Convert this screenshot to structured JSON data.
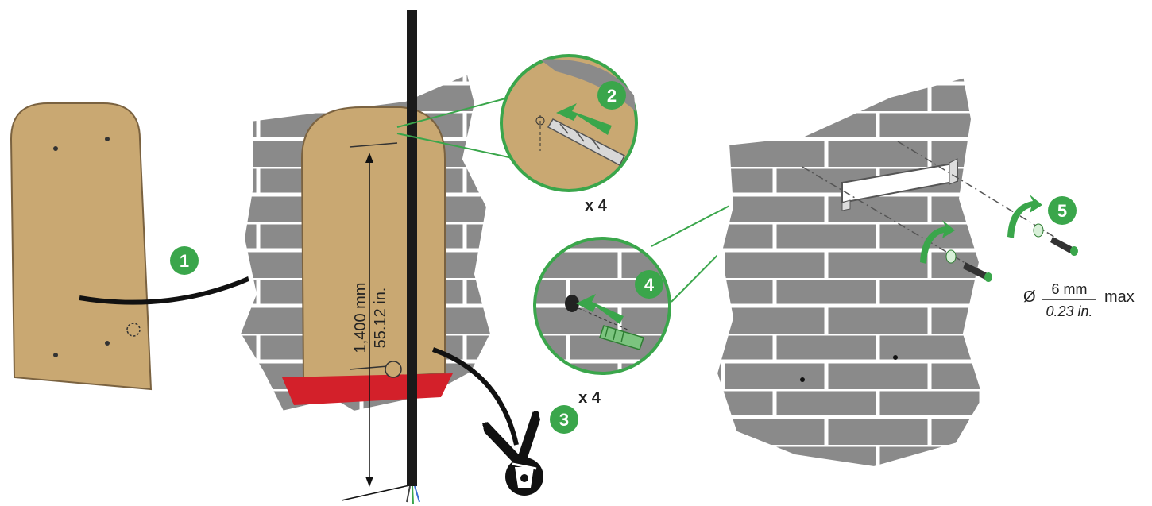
{
  "colors": {
    "wall": "#8a8a8a",
    "wall_dark": "#6f6f6f",
    "mortar": "#ffffff",
    "template": "#c9a872",
    "template_edge": "#7a6240",
    "level": "#d3202a",
    "accent_green": "#3aa64b",
    "cable": "#1a1a1a"
  },
  "steps": [
    {
      "number": "1"
    },
    {
      "number": "2"
    },
    {
      "number": "3"
    },
    {
      "number": "4"
    },
    {
      "number": "5"
    }
  ],
  "dimension": {
    "metric": "1,400 mm",
    "imperial": "55.12 in."
  },
  "quantity_drill": "x 4",
  "quantity_plug": "x 4",
  "screw_spec": {
    "symbol": "Ø",
    "metric": "6 mm",
    "imperial": "0.23 in.",
    "suffix": "max"
  },
  "icons": [
    "recycle-bin-icon",
    "drill-bit-icon",
    "wall-plug-icon",
    "screw-icon",
    "rotate-arrow-icon"
  ]
}
